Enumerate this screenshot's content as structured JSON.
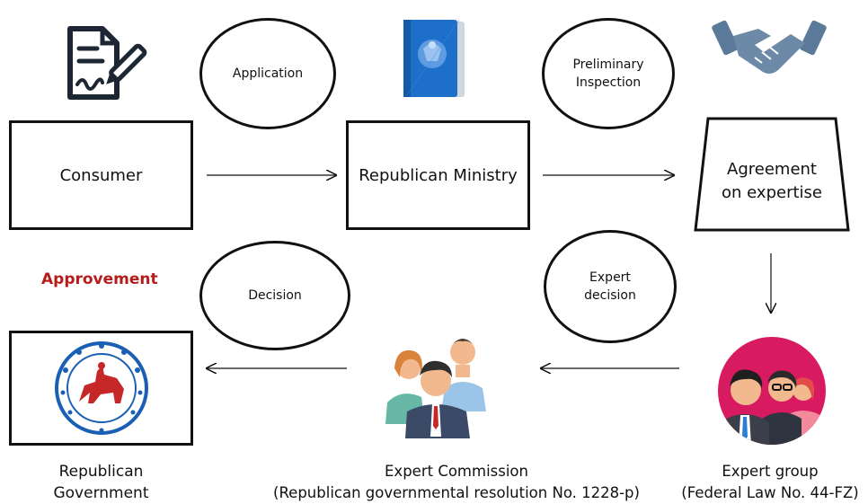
{
  "nodes": {
    "consumer": "Consumer",
    "ministry": "Republican Ministry",
    "agreement": "Agreement\non expertise",
    "government_label": "Republican\nGovernment",
    "commission_label": "Expert Commission\n(Republican governmental resolution No. 1228-p)",
    "group_label": "Expert group\n(Federal Law No. 44-FZ)"
  },
  "edges": {
    "application": "Application",
    "preliminary": "Preliminary\nInspection",
    "expert_decision": "Expert\ndecision",
    "decision": "Decision"
  },
  "approvement": "Approvement",
  "colors": {
    "approvement": "#b71c1c",
    "ministry_book": "#1e6fc9",
    "handshake": "#5b7a99",
    "group_circle": "#d81b60"
  },
  "icons": [
    "document-signature-icon",
    "russian-passport-icon",
    "handshake-icon",
    "yakutia-emblem-icon",
    "commission-people-icon",
    "expert-group-icon"
  ]
}
